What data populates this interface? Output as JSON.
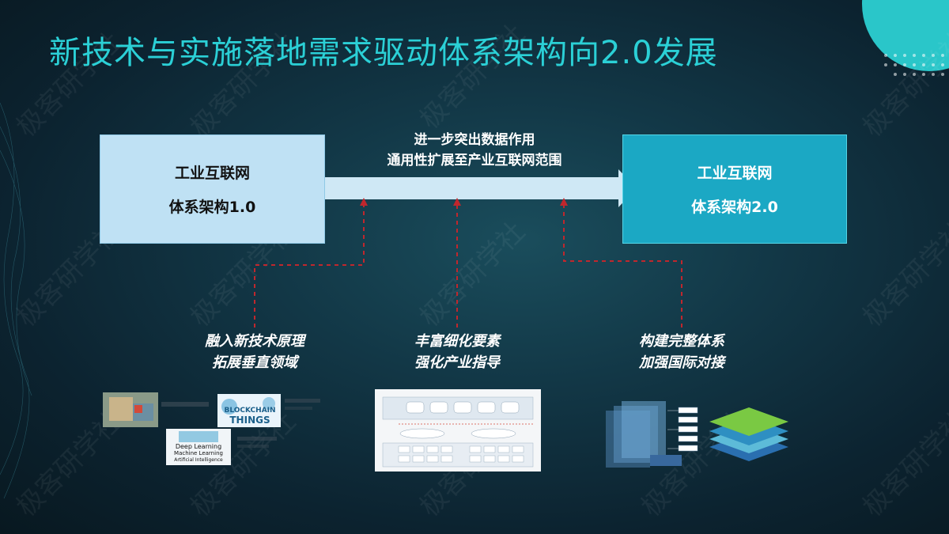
{
  "title": "新技术与实施落地需求驱动体系架构向2.0发展",
  "left_box": {
    "line1": "工业互联网",
    "line2": "体系架构1.0"
  },
  "right_box": {
    "line1": "工业互联网",
    "line2": "体系架构2.0"
  },
  "arrow_label": {
    "line1": "进一步突出数据作用",
    "line2": "通用性扩展至产业互联网范围"
  },
  "drivers": [
    {
      "line1": "融入新技术原理",
      "line2": "拓展垂直领域"
    },
    {
      "line1": "丰富细化要素",
      "line2": "强化产业指导"
    },
    {
      "line1": "构建完整体系",
      "line2": "加强国际对接"
    }
  ],
  "thumbnails": {
    "tech_blockchain": "BLOCKCHAIN",
    "tech_things": "THINGS",
    "tech_dl": "Deep Learning",
    "tech_ml": "Machine Learning",
    "tech_ai": "Artificial Intelligence"
  },
  "watermark": "极客研学社",
  "colors": {
    "title": "#2bd0d6",
    "box1": "#bfe1f4",
    "box2": "#1ba8c4",
    "dashed": "#c0272d",
    "arrow": "#cfe8f5"
  }
}
